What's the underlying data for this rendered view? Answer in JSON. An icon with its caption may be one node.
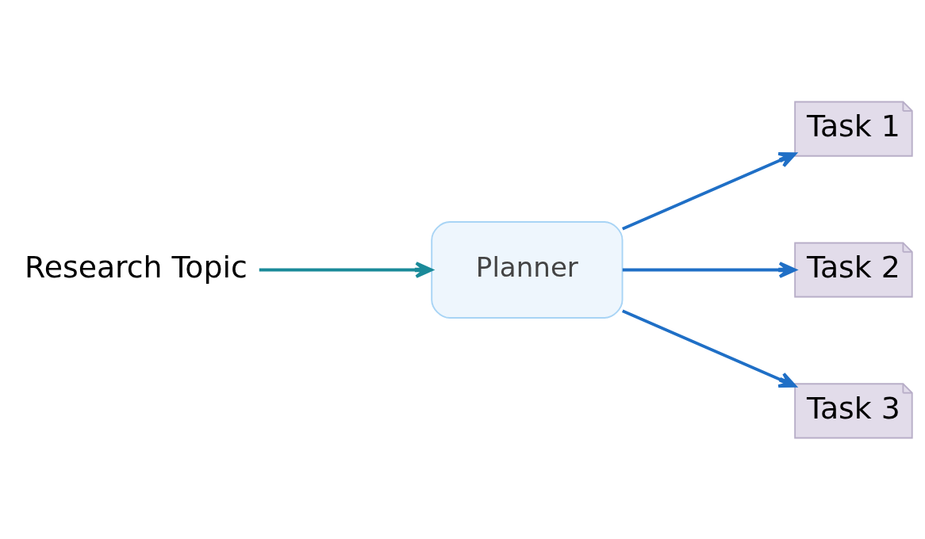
{
  "diagram": {
    "nodes": [
      {
        "text": [
          "Research Topic"
        ]
      },
      {
        "text": [
          "Planner"
        ]
      },
      {
        "text": [
          "Task 1"
        ]
      },
      {
        "text": [
          "Task 2"
        ]
      },
      {
        "text": [
          "Task 3"
        ]
      }
    ],
    "edges": [
      {
        "from": 0,
        "to": 1,
        "arrow": "to",
        "color": "#1a8a99"
      },
      {
        "from": 1,
        "to": 2,
        "arrow": "to"
      },
      {
        "from": 1,
        "to": 3,
        "arrow": "to"
      },
      {
        "from": 1,
        "to": 4,
        "arrow": "to"
      }
    ]
  }
}
